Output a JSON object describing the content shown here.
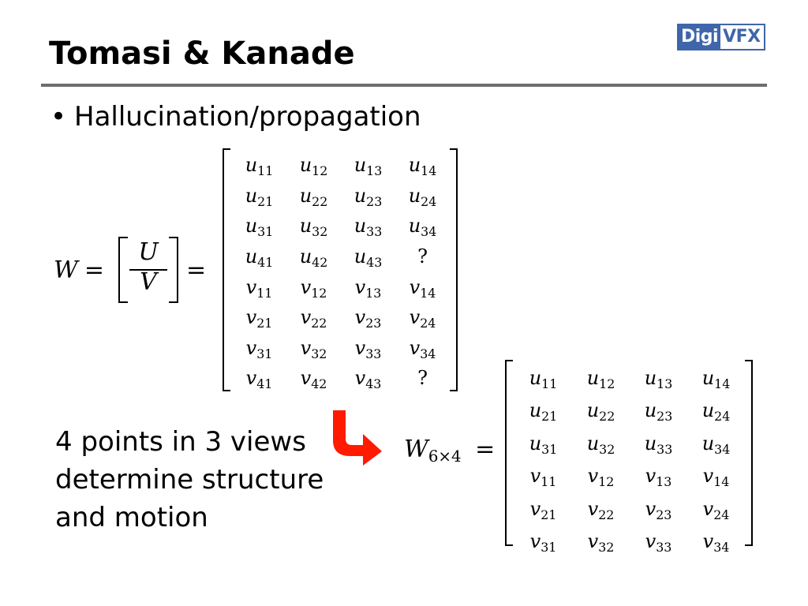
{
  "slide": {
    "title": "Tomasi & Kanade",
    "logo": {
      "part1": "Digi",
      "part2": "VFX"
    },
    "bullet": {
      "symbol": "•",
      "text": "Hallucination/propagation"
    },
    "note_lines": [
      "4 points in 3 views",
      "determine structure",
      "and motion"
    ]
  },
  "equation": {
    "lhs": "W",
    "equals": "=",
    "frac_num": "U",
    "frac_den": "V",
    "big_matrix": [
      [
        "u11",
        "u12",
        "u13",
        "u14"
      ],
      [
        "u21",
        "u22",
        "u23",
        "u24"
      ],
      [
        "u31",
        "u32",
        "u33",
        "u34"
      ],
      [
        "u41",
        "u42",
        "u43",
        "?"
      ],
      [
        "v11",
        "v12",
        "v13",
        "v14"
      ],
      [
        "v21",
        "v22",
        "v23",
        "v24"
      ],
      [
        "v31",
        "v32",
        "v33",
        "v34"
      ],
      [
        "v41",
        "v42",
        "v43",
        "?"
      ]
    ],
    "reduced_lhs": "W",
    "reduced_sub": "6×4",
    "reduced_matrix": [
      [
        "u11",
        "u12",
        "u13",
        "u14"
      ],
      [
        "u21",
        "u22",
        "u23",
        "u24"
      ],
      [
        "u31",
        "u32",
        "u33",
        "u34"
      ],
      [
        "v11",
        "v12",
        "v13",
        "v14"
      ],
      [
        "v21",
        "v22",
        "v23",
        "v24"
      ],
      [
        "v31",
        "v32",
        "v33",
        "v34"
      ]
    ]
  },
  "colors": {
    "arrow": "#ff1a00",
    "rule": "#6e6e6e",
    "logo_blue": "#3f66aa"
  },
  "icons": {
    "arrow": "curved-down-right-arrow-icon",
    "logo": "digivfx-logo"
  }
}
